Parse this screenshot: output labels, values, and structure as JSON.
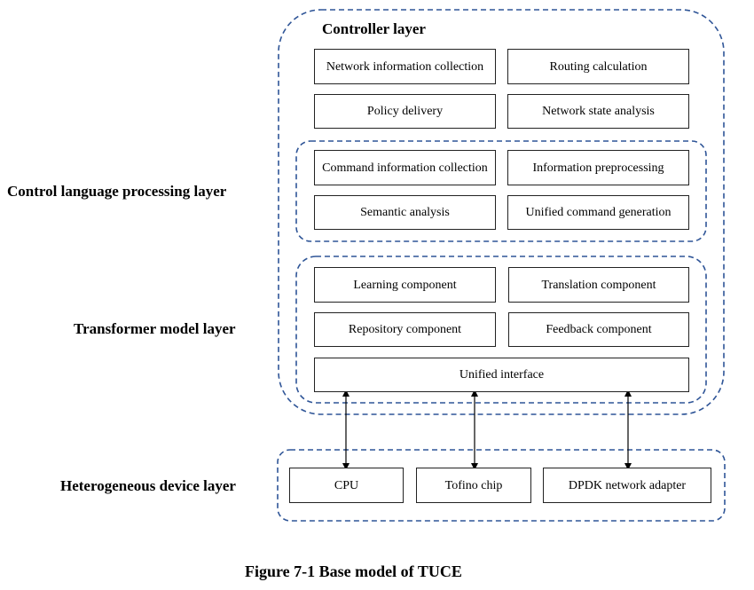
{
  "diagram": {
    "controller_layer": {
      "title": "Controller layer",
      "boxes": [
        "Network information collection",
        "Routing calculation",
        "Policy delivery",
        "Network state analysis"
      ]
    },
    "control_language_processing_layer": {
      "label": "Control language processing layer",
      "boxes": [
        "Command information collection",
        "Information preprocessing",
        "Semantic analysis",
        "Unified command generation"
      ]
    },
    "transformer_model_layer": {
      "label": "Transformer model layer",
      "boxes": [
        "Learning component",
        "Translation component",
        "Repository  component",
        "Feedback component"
      ],
      "interface": "Unified interface"
    },
    "heterogeneous_device_layer": {
      "label": "Heterogeneous device layer",
      "boxes": [
        "CPU",
        "Tofino chip",
        "DPDK network adapter"
      ]
    },
    "connections": [
      {
        "from": "Unified interface",
        "to": "CPU",
        "type": "bidirectional"
      },
      {
        "from": "Unified interface",
        "to": "Tofino chip",
        "type": "bidirectional"
      },
      {
        "from": "Unified interface",
        "to": "DPDK network adapter",
        "type": "bidirectional"
      }
    ],
    "colors": {
      "dashed_border": "#2F5597",
      "box_border": "#222222",
      "arrow": "#000000"
    }
  },
  "caption": "Figure 7-1 Base model of TUCE"
}
